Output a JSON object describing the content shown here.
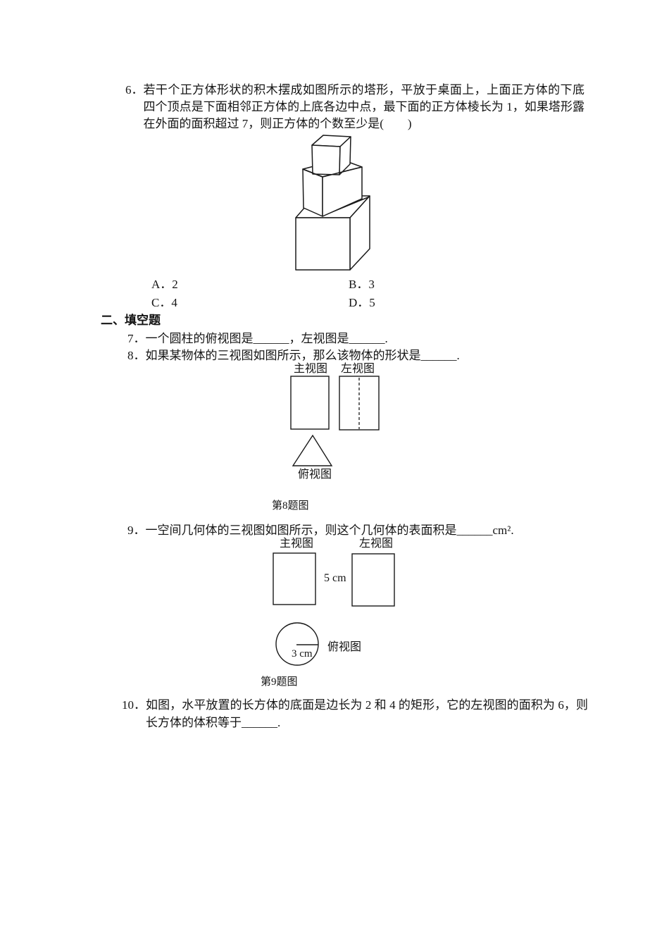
{
  "page": {
    "background": "#ffffff",
    "ink": "#141414"
  },
  "section_exam": {
    "question6": {
      "number": "6．",
      "text": "若干个正方体形状的积木摆成如图所示的塔形，平放于桌面上，上面正方体的下底四个顶点是下面相邻正方体的上底各边中点，最下面的正方体棱长为 1，如果塔形露在外面的面积超过 7，则正方体的个数至少是(　　)",
      "figure_alt": "三个逐层旋转45度堆叠的正方体塔形示意图",
      "options": [
        "A．2",
        "B．3",
        "C．4",
        "D．5"
      ]
    },
    "fill_blank_heading": "二、填空题",
    "question7": {
      "text": "7．一个圆柱的俯视图是______，左视图是______."
    },
    "question8": {
      "text": "8．如果某物体的三视图如图所示，那么该物体的形状是______.",
      "figure": {
        "front_view_label": "主视图",
        "side_view_label": "左视图",
        "top_view_label": "俯视图",
        "caption": "第8题图"
      }
    },
    "question9": {
      "text": "9．一空间几何体的三视图如图所示，则这个几何体的表面积是______cm².",
      "figure": {
        "front_view_label": "主视图",
        "side_view_label": "左视图",
        "top_view_label": "俯视图",
        "height_label": "5 cm",
        "radius_label": "3 cm",
        "caption": "第9题图"
      }
    },
    "question10": {
      "number": "10．",
      "text": "如图，水平放置的长方体的底面是边长为 2 和 4 的矩形，它的左视图的面积为 6，则长方体的体积等于______."
    }
  }
}
